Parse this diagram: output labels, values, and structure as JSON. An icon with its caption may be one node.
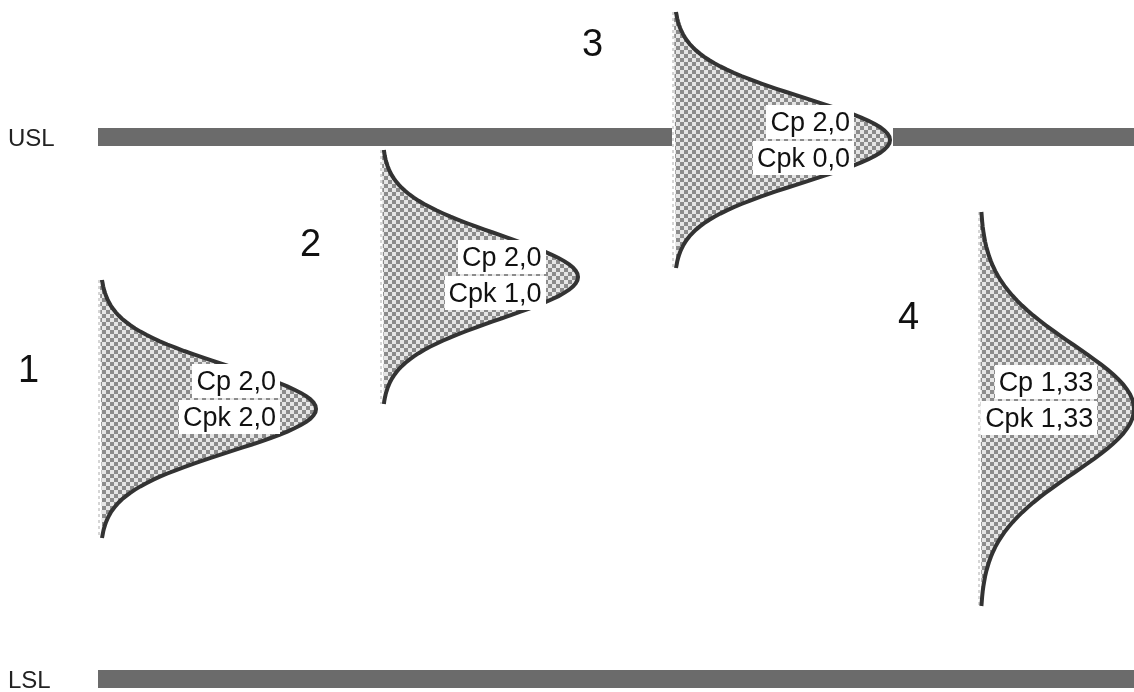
{
  "diagram": {
    "nodes": [
      {
        "text": [],
        "shape": "bar"
      },
      {
        "text": [],
        "shape": "bar"
      },
      {
        "text": [
          "Cp 2,0",
          "Cpk 2,0"
        ]
      },
      {
        "text": [
          "Cp 2,0",
          "Cpk 1,0"
        ]
      },
      {
        "text": [
          "Cp 2,0",
          "Cpk 0,0"
        ]
      },
      {
        "text": [
          "Cp 1,33",
          "Cpk 1,33"
        ]
      },
      {
        "text": [],
        "shape": "bar"
      }
    ],
    "labels": [
      "3",
      "USL",
      "2",
      "1",
      "4",
      "LSL"
    ]
  }
}
